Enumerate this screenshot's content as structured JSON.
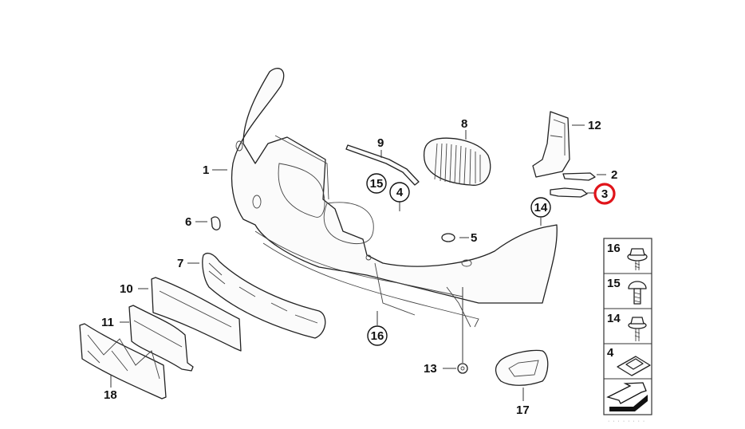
{
  "diagram": {
    "title": "Front bumper trim panel parts diagram",
    "callouts": [
      {
        "id": "1",
        "part": "bumper-trim-panel",
        "style": "plain"
      },
      {
        "id": "2",
        "part": "bracket-left",
        "style": "plain"
      },
      {
        "id": "3",
        "part": "bracket-right",
        "style": "highlighted"
      },
      {
        "id": "4",
        "part": "nut-clip",
        "style": "circled"
      },
      {
        "id": "5",
        "part": "plug-cap",
        "style": "plain"
      },
      {
        "id": "6",
        "part": "cover-cap",
        "style": "plain"
      },
      {
        "id": "7",
        "part": "lower-grille",
        "style": "plain"
      },
      {
        "id": "8",
        "part": "kidney-grille",
        "style": "plain"
      },
      {
        "id": "9",
        "part": "trim-strip",
        "style": "plain"
      },
      {
        "id": "10",
        "part": "license-plate-base",
        "style": "plain"
      },
      {
        "id": "11",
        "part": "license-plate-holder",
        "style": "plain"
      },
      {
        "id": "12",
        "part": "support-bracket",
        "style": "plain"
      },
      {
        "id": "13",
        "part": "expanding-rivet",
        "style": "plain"
      },
      {
        "id": "14",
        "part": "screw-14",
        "style": "circled"
      },
      {
        "id": "15",
        "part": "screw-15",
        "style": "circled"
      },
      {
        "id": "16",
        "part": "screw-16",
        "style": "circled"
      },
      {
        "id": "17",
        "part": "cover-trim",
        "style": "plain"
      },
      {
        "id": "18",
        "part": "mounting-frame",
        "style": "plain"
      }
    ],
    "legend": [
      {
        "id": "16",
        "icon": "hex-flange-screw-icon"
      },
      {
        "id": "15",
        "icon": "pan-head-screw-icon"
      },
      {
        "id": "14",
        "icon": "hex-flange-screw-long-icon"
      },
      {
        "id": "4",
        "icon": "square-nut-clip-icon"
      },
      {
        "id": "",
        "icon": "direction-arrow-icon"
      }
    ],
    "highlight_color": "#e0141a",
    "footer_code": "· · · · · · · ·"
  }
}
